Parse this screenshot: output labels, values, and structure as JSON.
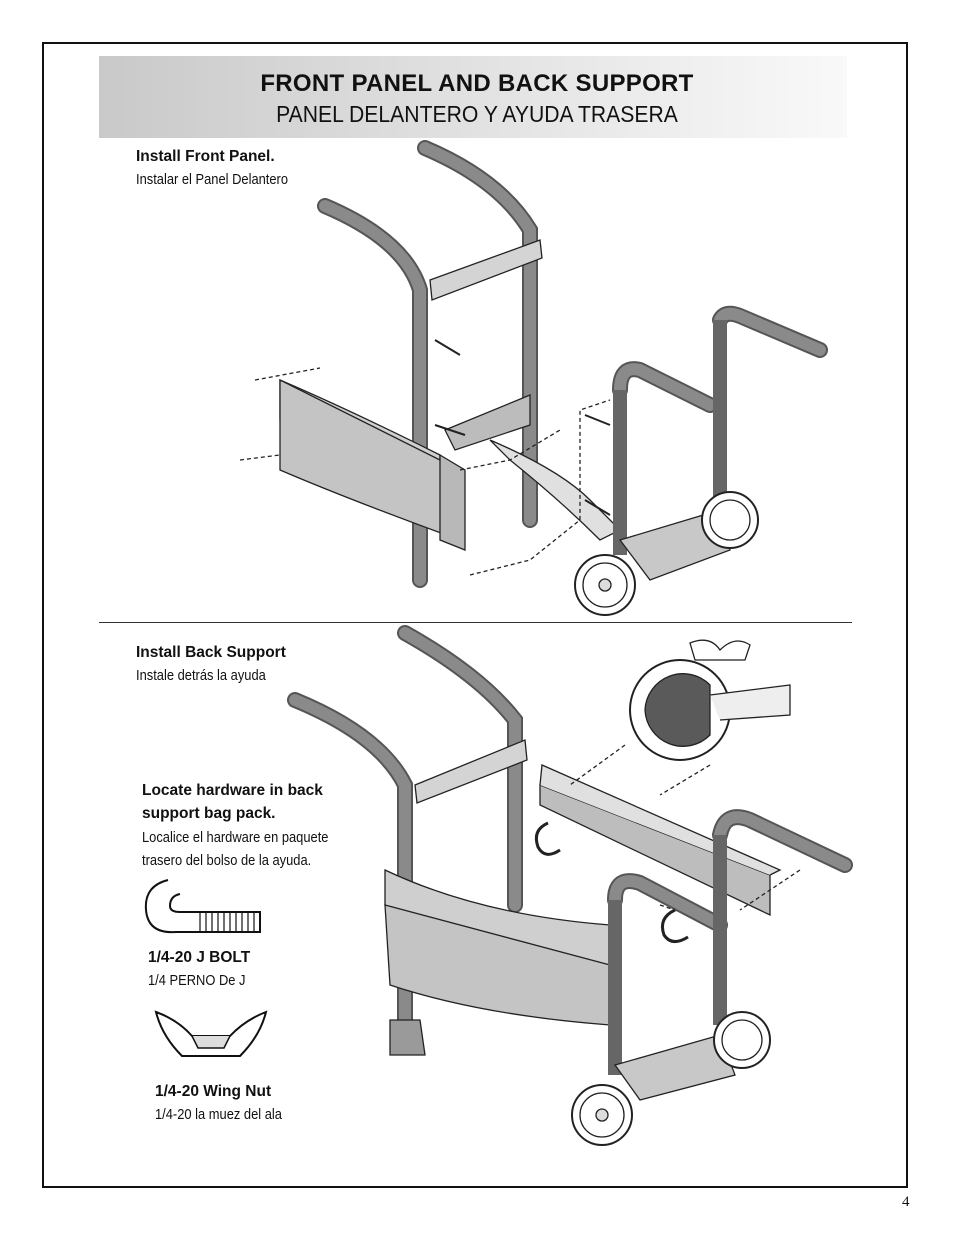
{
  "header": {
    "title": "FRONT PANEL AND BACK SUPPORT",
    "subtitle": "PANEL DELANTERO Y AYUDA TRASERA"
  },
  "step1": {
    "title": "Install Front Panel.",
    "subtitle": "Instalar el Panel Delantero"
  },
  "step2": {
    "title": "Install Back Support",
    "subtitle": "Instale detrás la ayuda"
  },
  "hardware": {
    "title_line1": "Locate hardware in back",
    "title_line2": "support bag pack.",
    "subtitle_line1": "Localice el hardware en paquete",
    "subtitle_line2": "trasero del bolso de la ayuda.",
    "bolt_label": "1/4-20 J BOLT",
    "bolt_label_es": "1/4 PERNO De J",
    "nut_label": "1/4-20 Wing Nut",
    "nut_label_es": "1/4-20 la muez del ala"
  },
  "page_number": "4"
}
